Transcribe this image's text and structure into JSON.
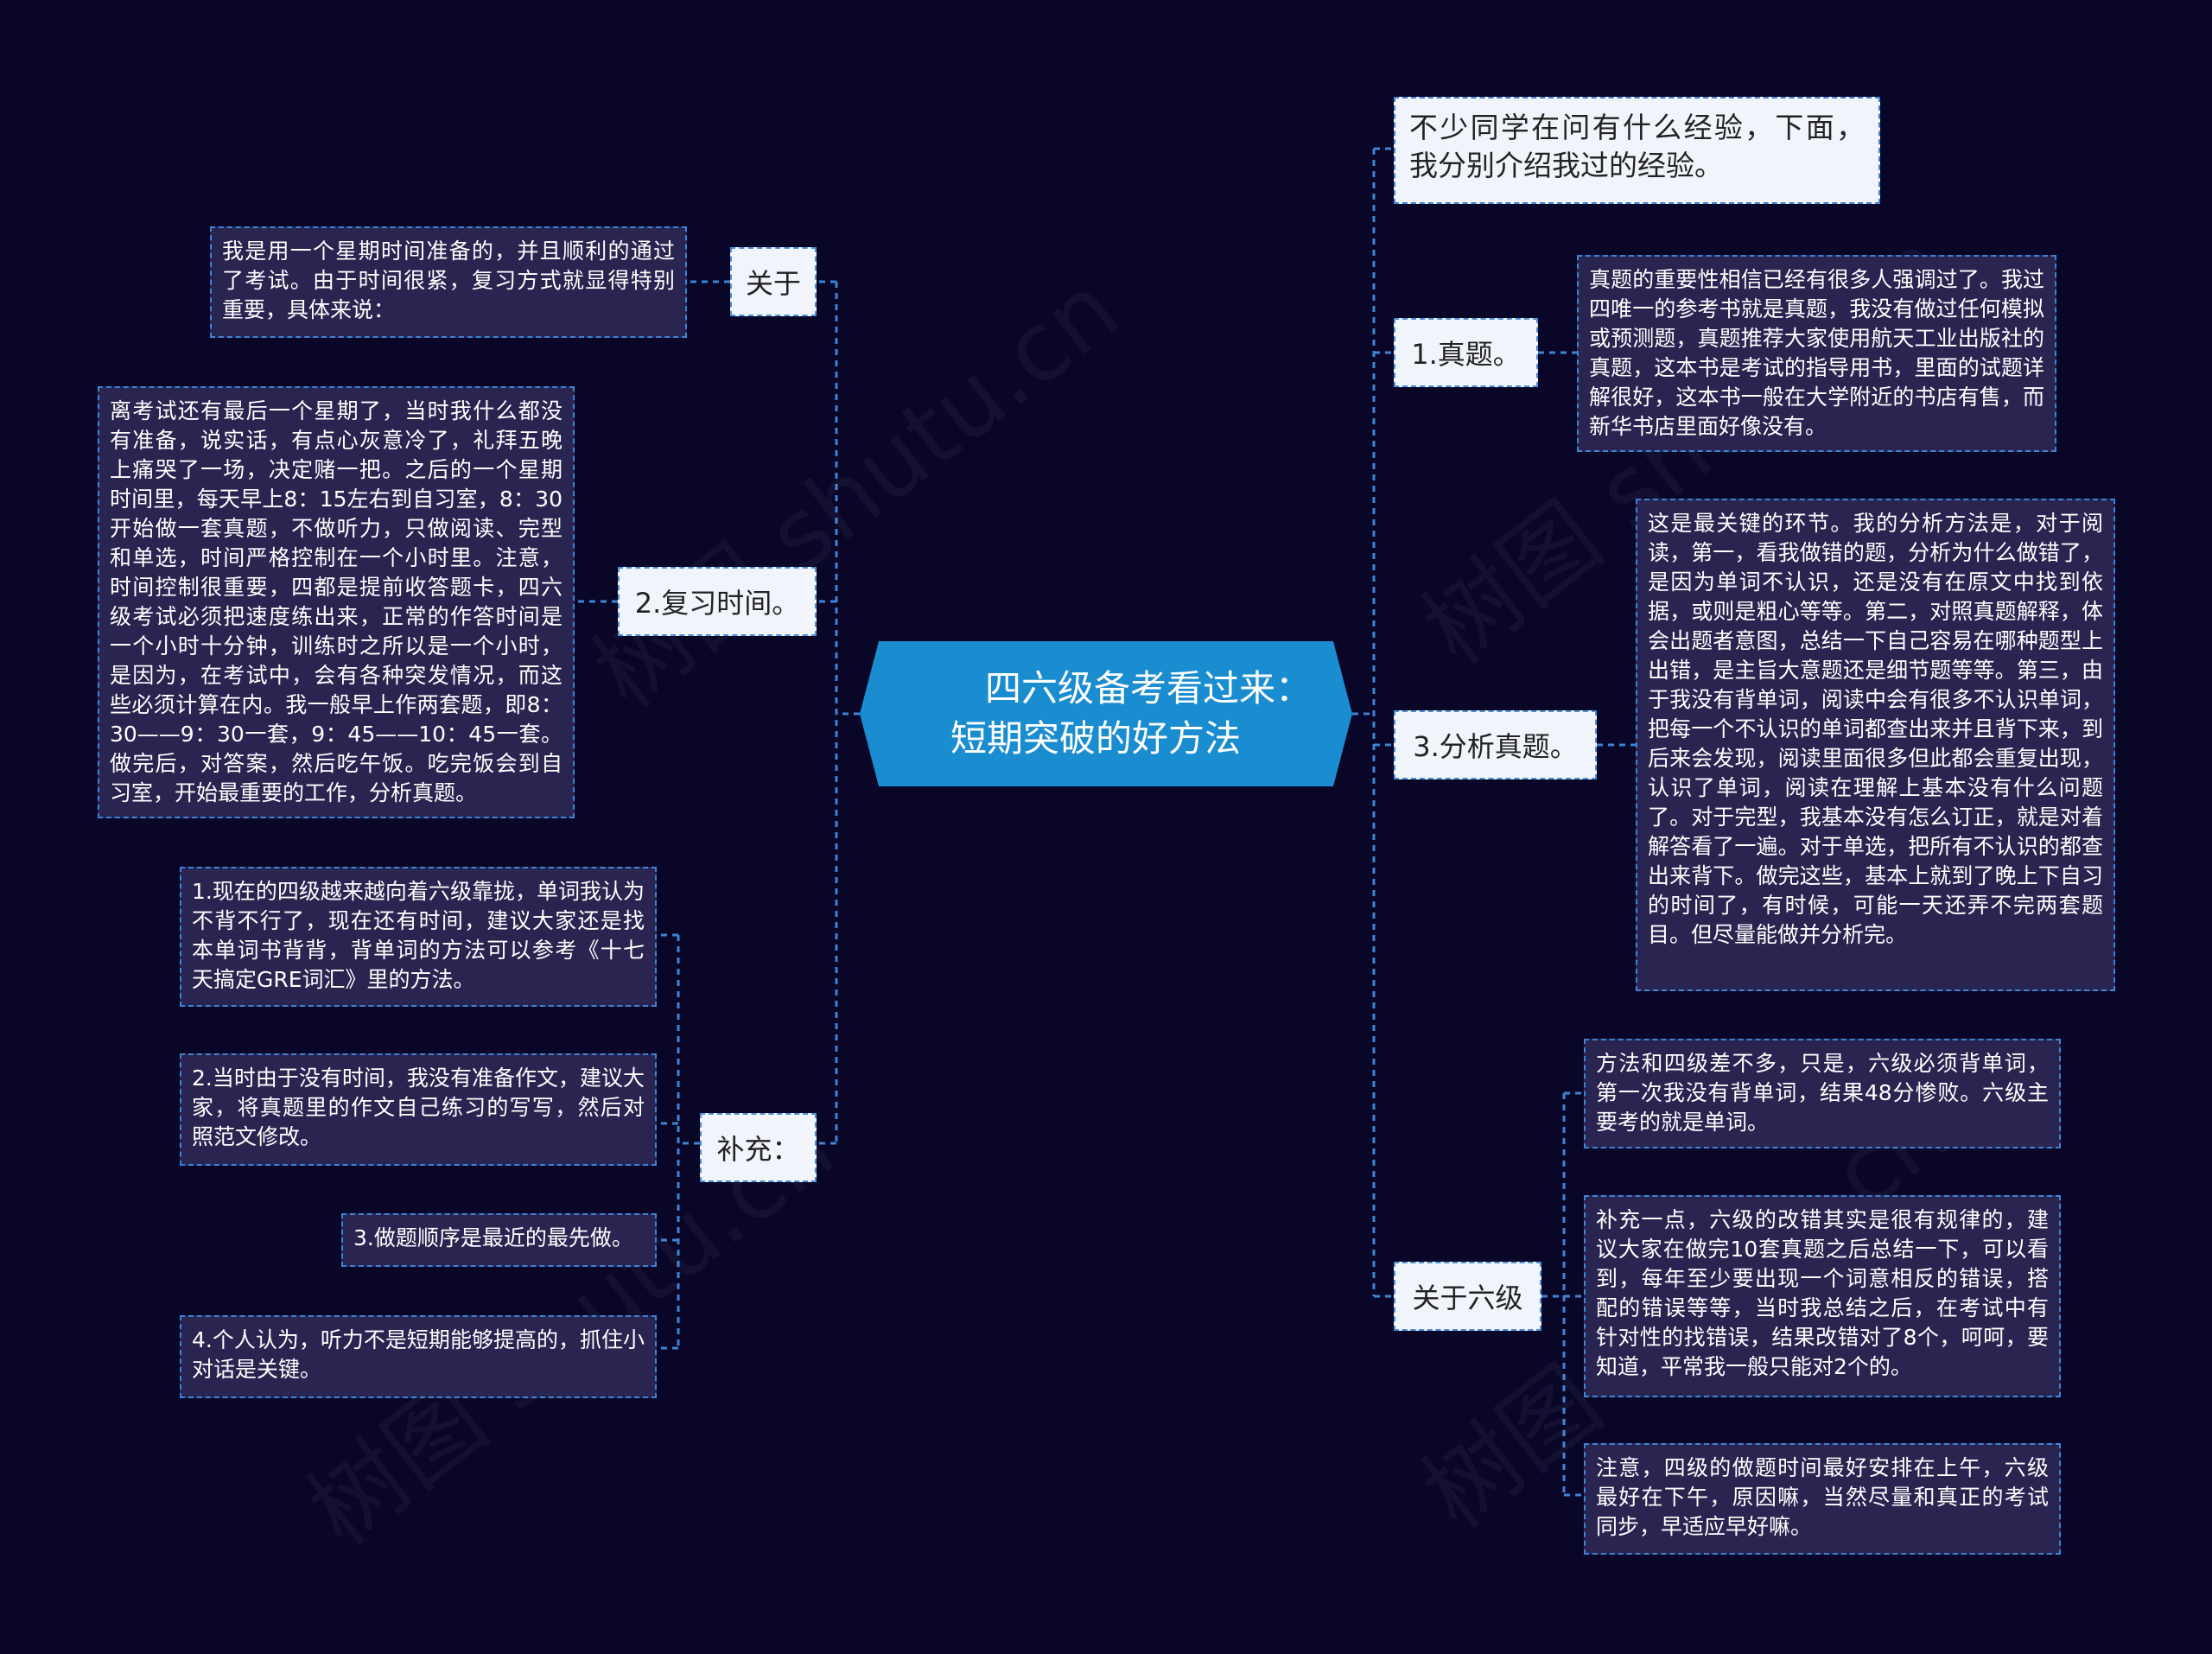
{
  "center": {
    "title": "四六级备考看过来：短期突破的好方法"
  },
  "branches": {
    "b_guanyu": {
      "label": "关于"
    },
    "b_fuxi": {
      "label": "2.复习时间。"
    },
    "b_buchong": {
      "label": "补充："
    },
    "b_zhenti": {
      "label": "1.真题。"
    },
    "b_fenxi": {
      "label": "3.分析真题。"
    },
    "b_liuji": {
      "label": "关于六级"
    }
  },
  "leaves": {
    "intro": "不少同学在问有什么经验，下面，我分别介绍我过的经验。",
    "guanyu": "我是用一个星期时间准备的，并且顺利的通过了考试。由于时间很紧，复习方式就显得特别重要，具体来说：",
    "fuxi": "离考试还有最后一个星期了，当时我什么都没有准备，说实话，有点心灰意冷了，礼拜五晚上痛哭了一场，决定赌一把。之后的一个星期时间里，每天早上8：15左右到自习室，8：30开始做一套真题，不做听力，只做阅读、完型和单选，时间严格控制在一个小时里。注意，时间控制很重要，四都是提前收答题卡，四六级考试必须把速度练出来，正常的作答时间是一个小时十分钟，训练时之所以是一个小时，是因为，在考试中，会有各种突发情况，而这些必须计算在内。我一般早上作两套题，即8：30——9：30一套，9：45——10：45一套。做完后，对答案，然后吃午饭。吃完饭会到自习室，开始最重要的工作，分析真题。",
    "buchong1": "1.现在的四级越来越向着六级靠拢，单词我认为不背不行了，现在还有时间，建议大家还是找本单词书背背，背单词的方法可以参考《十七天搞定GRE词汇》里的方法。",
    "buchong2": "2.当时由于没有时间，我没有准备作文，建议大家，将真题里的作文自己练习的写写，然后对照范文修改。",
    "buchong3": "3.做题顺序是最近的最先做。",
    "buchong4": "4.个人认为，听力不是短期能够提高的，抓住小对话是关键。",
    "zhenti": "真题的重要性相信已经有很多人强调过了。我过四唯一的参考书就是真题，我没有做过任何模拟或预测题，真题推荐大家使用航天工业出版社的真题，这本书是考试的指导用书，里面的试题详解很好，这本书一般在大学附近的书店有售，而新华书店里面好像没有。",
    "fenxi": "这是最关键的环节。我的分析方法是，对于阅读，第一，看我做错的题，分析为什么做错了，是因为单词不认识，还是没有在原文中找到依据，或则是粗心等等。第二，对照真题解释，体会出题者意图，总结一下自己容易在哪种题型上出错，是主旨大意题还是细节题等等。第三，由于我没有背单词，阅读中会有很多不认识单词，把每一个不认识的单词都查出来并且背下来，到后来会发现，阅读里面很多但此都会重复出现，认识了单词，阅读在理解上基本没有什么问题了。对于完型，我基本没有怎么订正，就是对着解答看了一遍。对于单选，把所有不认识的都查出来背下。做完这些，基本上就到了晚上下自习的时间了，有时候，可能一天还弄不完两套题目。但尽量能做并分析完。",
    "liuji1": "方法和四级差不多，只是，六级必须背单词，第一次我没有背单词，结果48分惨败。六级主要考的就是单词。",
    "liuji2": "补充一点，六级的改错其实是很有规律的，建议大家在做完10套真题之后总结一下，可以看到，每年至少要出现一个词意相反的错误，搭配的错误等等，当时我总结之后，在考试中有针对性的找错误，结果改错对了8个，呵呵，要知道，平常我一般只能对2个的。",
    "liuji3": "注意，四级的做题时间最好安排在上午，六级最好在下午，原因嘛，当然尽量和真正的考试同步，早适应早好嘛。"
  },
  "watermark": "树图 shutu.cn",
  "colors": {
    "background": "#0a0628",
    "center": "#1a8cd0",
    "connector": "#3c84d4",
    "leaf_bg": "#2a2550"
  }
}
